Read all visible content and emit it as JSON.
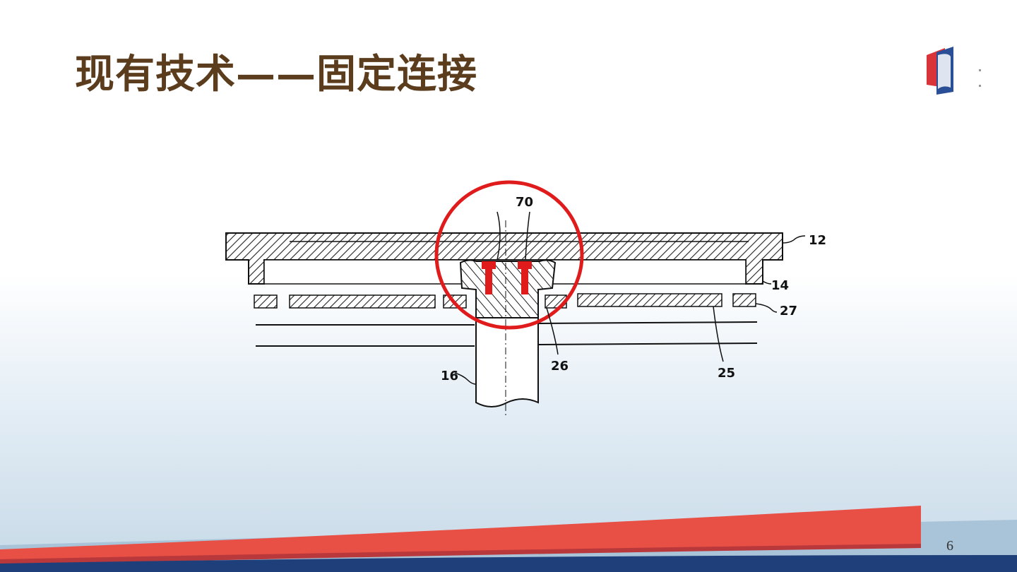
{
  "slide": {
    "title": "现有技术——固定连接",
    "page_number": "6"
  },
  "diagram": {
    "labels": {
      "label_70": "70",
      "label_12": "12",
      "label_14": "14",
      "label_27": "27",
      "label_26": "26",
      "label_25": "25",
      "label_16": "16"
    }
  },
  "colors": {
    "title": "#5b3d1d",
    "highlight_red": "#e01b1b",
    "band_red": "#e84f45",
    "band_navy": "#1f3f7a"
  }
}
